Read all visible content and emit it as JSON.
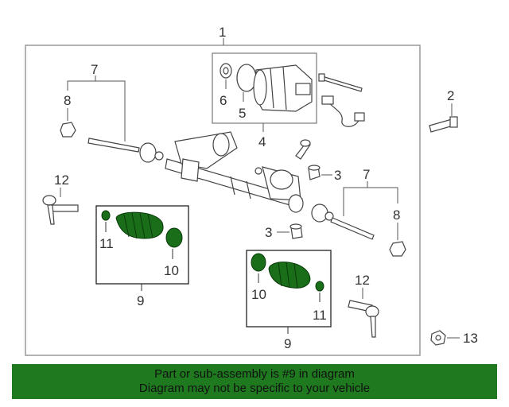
{
  "callouts": {
    "c1": "1",
    "c2": "2",
    "c3a": "3",
    "c3b": "3",
    "c4": "4",
    "c5": "5",
    "c6": "6",
    "c7a": "7",
    "c7b": "7",
    "c8a": "8",
    "c8b": "8",
    "c9a": "9",
    "c9b": "9",
    "c10a": "10",
    "c10b": "10",
    "c11a": "11",
    "c11b": "11",
    "c12a": "12",
    "c12b": "12",
    "c13": "13"
  },
  "banner": {
    "line1": "Part or sub-assembly is #9 in diagram",
    "line2": "Diagram may not be specific to your vehicle"
  },
  "colors": {
    "highlight": "#1a6e1a",
    "banner": "#1f7a1f",
    "line": "#555555",
    "frame": "#999999"
  }
}
